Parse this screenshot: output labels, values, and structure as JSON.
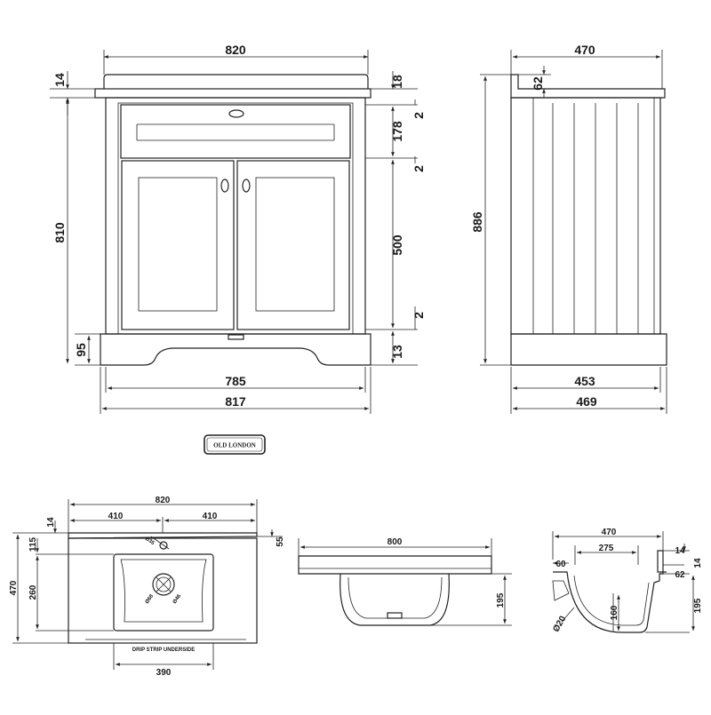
{
  "dimensions": {
    "front_width_top": "820",
    "front_top_thickness": "14",
    "front_drawer_gap_top": "18",
    "front_gap_a": "2",
    "front_drawer_height": "178",
    "front_gap_b": "2",
    "front_door_height": "500",
    "front_gap_c": "2",
    "front_plinth_gap": "13",
    "front_total_height": "810",
    "front_plinth_height": "95",
    "front_inner_width": "785",
    "front_base_width": "817",
    "side_depth_top": "470",
    "side_upstand": "62",
    "side_height": "886",
    "side_inner_depth": "453",
    "side_base_depth": "469",
    "basin_top_width": "820",
    "basin_half_left": "410",
    "basin_half_right": "410",
    "basin_plan_thickness": "14",
    "basin_tap_hole": "Ø35",
    "basin_plan_edge": "55",
    "basin_plan_back": "115",
    "basin_plan_depth": "470",
    "basin_bowl_depth": "260",
    "basin_waste_a": "Ø68",
    "basin_waste_b": "Ø46",
    "basin_strip_width": "390",
    "basin_front_width": "800",
    "basin_front_height": "195",
    "basin_side_depth": "470",
    "basin_side_inner": "275",
    "basin_side_left": "60",
    "basin_side_lip": "14",
    "basin_side_lip_b": "14",
    "basin_side_upstand": "62",
    "basin_side_waste": "160",
    "basin_side_height": "195",
    "basin_side_radius": "Ø20"
  },
  "labels": {
    "brand": "OLD LONDON",
    "drip_strip": "DRIP STRIP UNDERSIDE"
  }
}
